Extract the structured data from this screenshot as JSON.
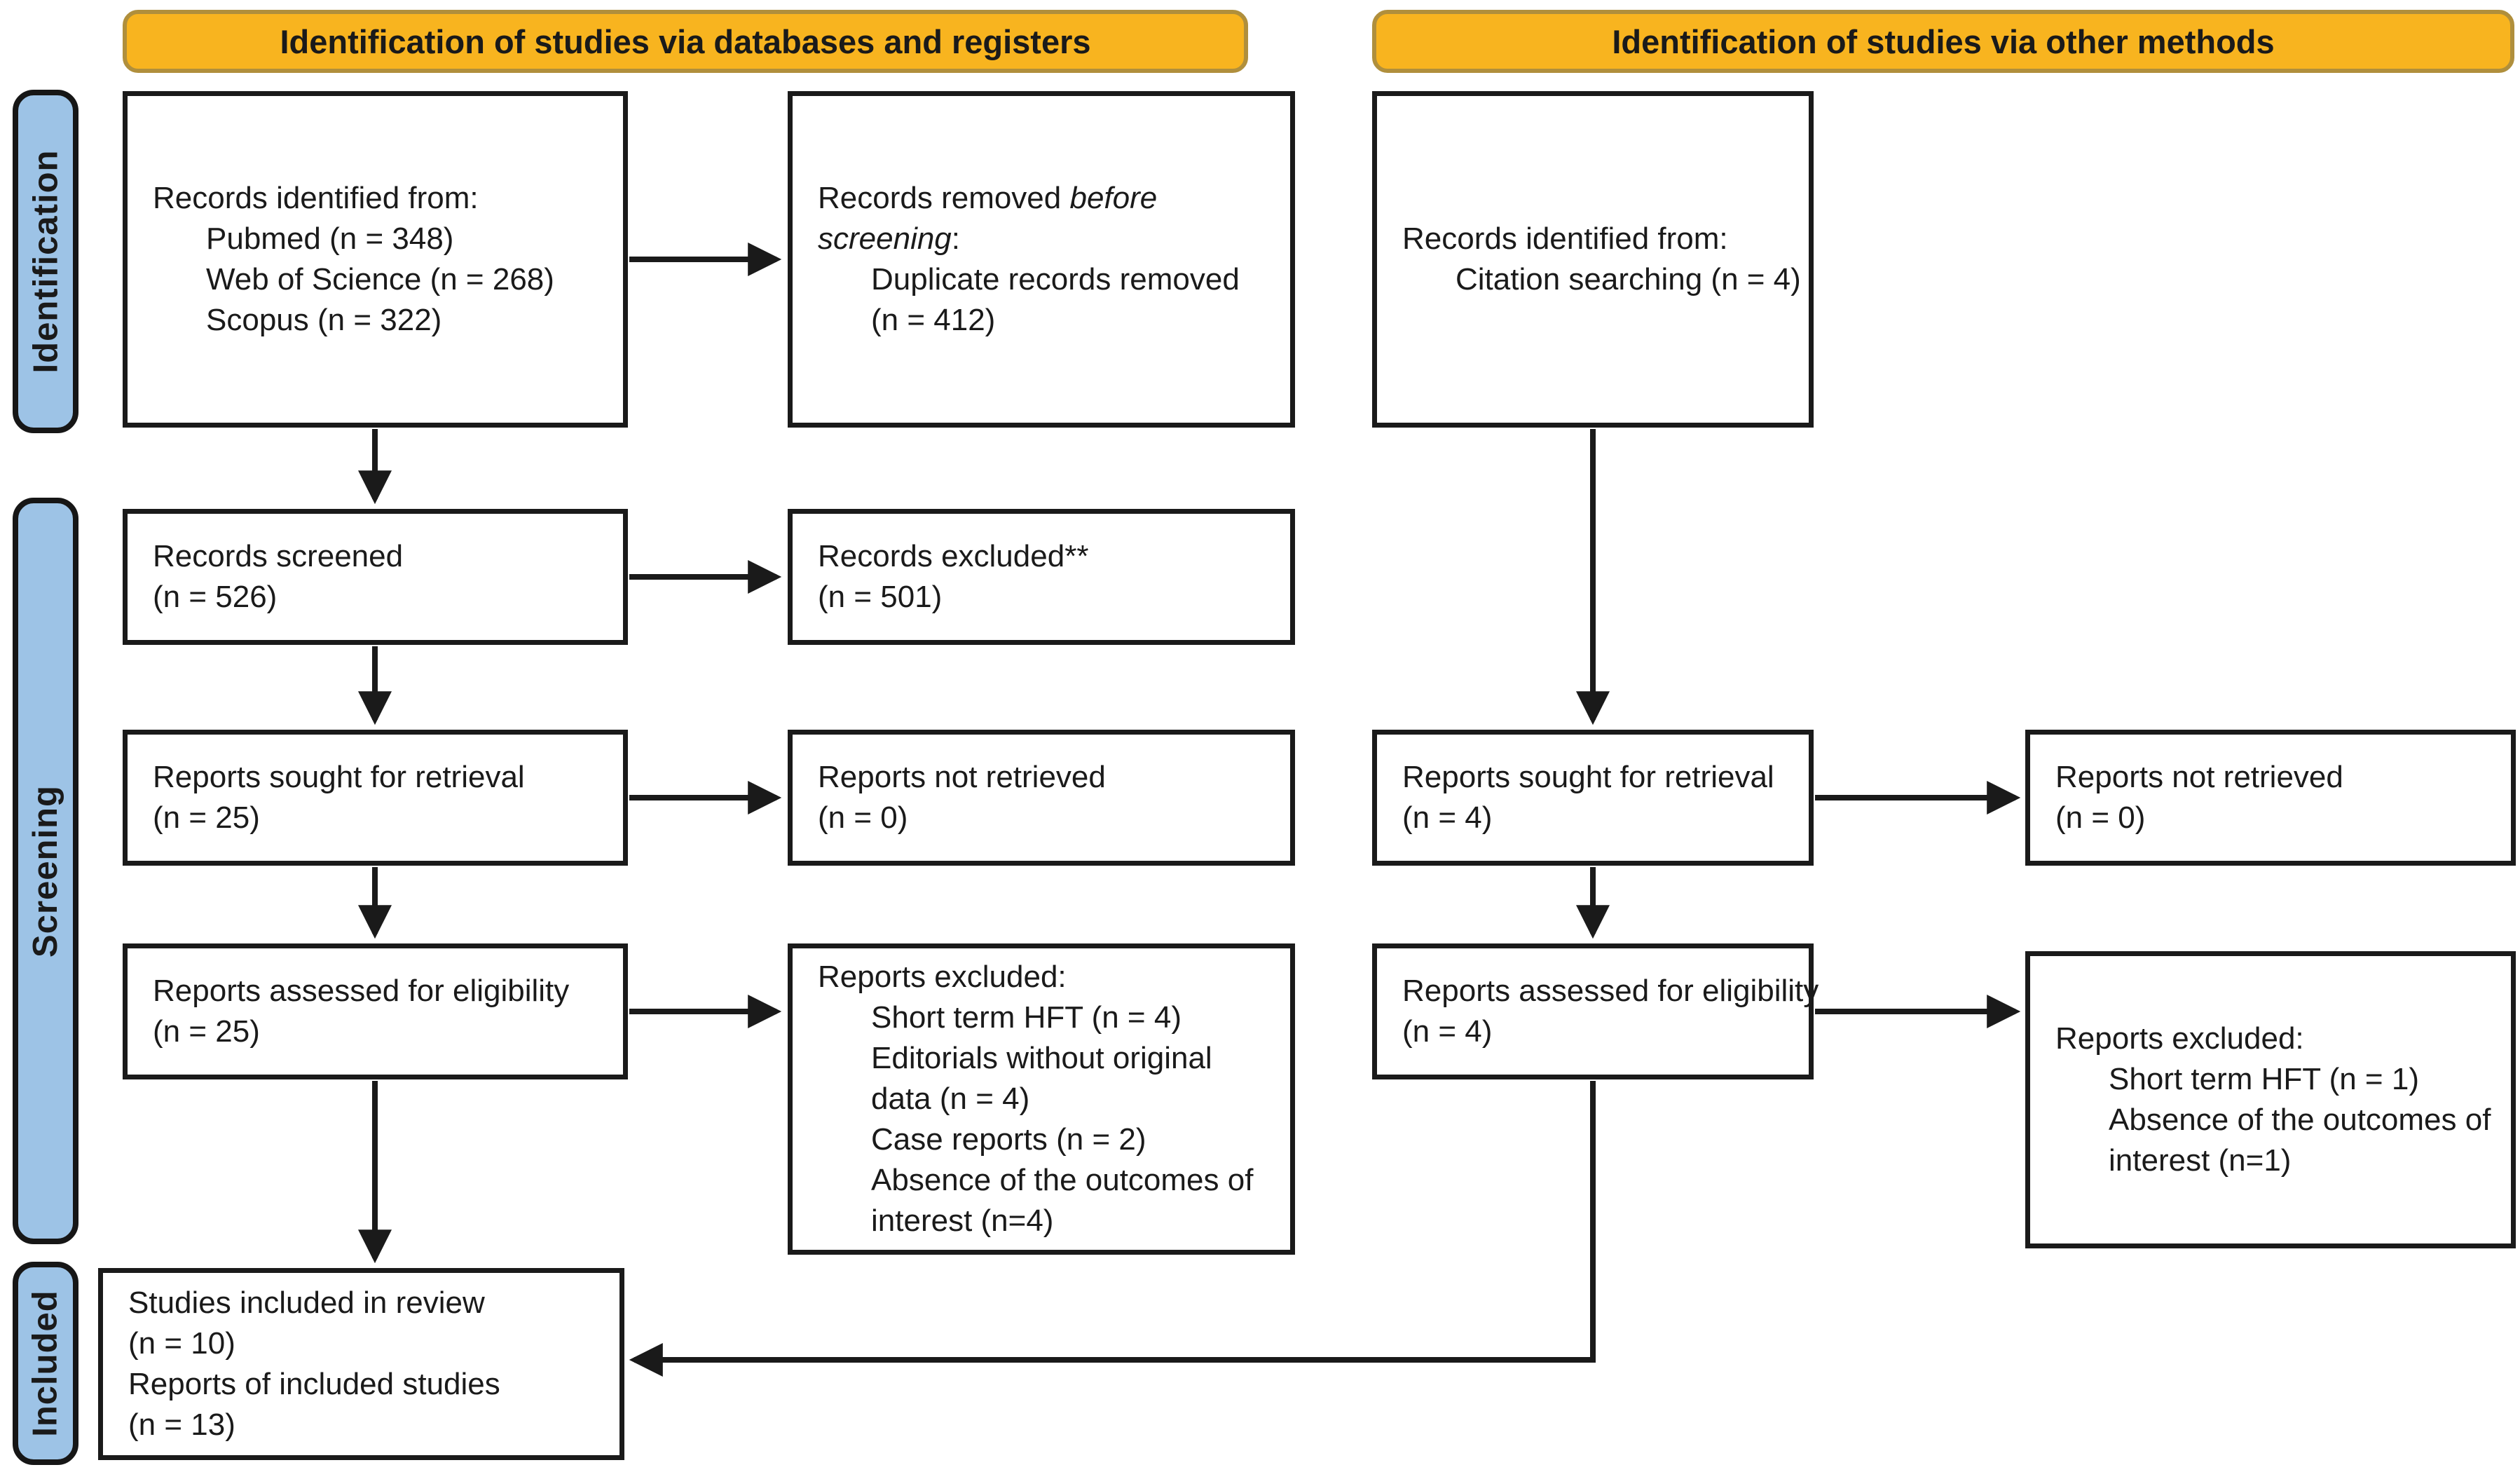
{
  "banners": {
    "databases": "Identification of studies via databases and registers",
    "other": "Identification of studies via other methods"
  },
  "sidebar": {
    "identification": "Identification",
    "screening": "Screening",
    "included": "Included"
  },
  "colors": {
    "banner_fill": "#F8B41F",
    "banner_border": "#B08F3C",
    "sidebar_fill": "#9DC3E6",
    "line_color": "#1a1a1a"
  },
  "boxes": {
    "db_identified": {
      "lines": [
        {
          "t": "Records identified from:",
          "i": 0
        },
        {
          "t": "Pubmed (n = 348)",
          "i": 1
        },
        {
          "t": "Web of Science (n = 268)",
          "i": 1
        },
        {
          "t": "Scopus (n = 322)",
          "i": 1
        }
      ]
    },
    "records_removed": {
      "lines": [
        {
          "segs": [
            {
              "t": "Records removed "
            },
            {
              "t": "before",
              "it": true
            }
          ],
          "i": 0
        },
        {
          "segs": [
            {
              "t": "screening",
              "it": true
            },
            {
              "t": ":"
            }
          ],
          "i": 0
        },
        {
          "t": "Duplicate records removed",
          "i": 1
        },
        {
          "t": "(n = 412)",
          "i": 1
        }
      ]
    },
    "other_identified": {
      "lines": [
        {
          "t": "Records identified from:",
          "i": 0
        },
        {
          "t": "Citation searching (n = 4)",
          "i": 1
        }
      ]
    },
    "records_screened": {
      "lines": [
        {
          "t": "Records screened",
          "i": 0
        },
        {
          "t": "(n = 526)",
          "i": 0
        }
      ]
    },
    "records_excluded": {
      "lines": [
        {
          "t": "Records excluded**",
          "i": 0
        },
        {
          "t": "(n = 501)",
          "i": 0
        }
      ]
    },
    "reports_sought_db": {
      "lines": [
        {
          "t": "Reports sought for retrieval",
          "i": 0
        },
        {
          "t": "(n = 25)",
          "i": 0
        }
      ]
    },
    "reports_not_retrieved_db": {
      "lines": [
        {
          "t": "Reports not retrieved",
          "i": 0
        },
        {
          "t": "(n = 0)",
          "i": 0
        }
      ]
    },
    "reports_sought_other": {
      "lines": [
        {
          "t": "Reports sought for retrieval",
          "i": 0
        },
        {
          "t": "(n = 4)",
          "i": 0
        }
      ]
    },
    "reports_not_retrieved_other": {
      "lines": [
        {
          "t": "Reports not retrieved",
          "i": 0
        },
        {
          "t": "(n = 0)",
          "i": 0
        }
      ]
    },
    "reports_assessed_db": {
      "lines": [
        {
          "t": "Reports assessed for eligibility",
          "i": 0
        },
        {
          "t": "(n = 25)",
          "i": 0
        }
      ]
    },
    "reports_excluded_db": {
      "lines": [
        {
          "t": "Reports excluded:",
          "i": 0
        },
        {
          "t": "Short term HFT (n = 4)",
          "i": 1
        },
        {
          "t": "Editorials without original",
          "i": 1
        },
        {
          "t": "data (n = 4)",
          "i": 1
        },
        {
          "t": "Case reports (n = 2)",
          "i": 1
        },
        {
          "t": "Absence of the outcomes of",
          "i": 1
        },
        {
          "t": "interest (n=4)",
          "i": 1
        }
      ]
    },
    "reports_assessed_other": {
      "lines": [
        {
          "t": "Reports assessed for eligibility",
          "i": 0
        },
        {
          "t": "(n = 4)",
          "i": 0
        }
      ]
    },
    "reports_excluded_other": {
      "lines": [
        {
          "t": "Reports excluded:",
          "i": 0
        },
        {
          "t": "Short term HFT (n = 1)",
          "i": 1
        },
        {
          "t": "Absence of the outcomes of",
          "i": 1
        },
        {
          "t": "interest (n=1)",
          "i": 1
        }
      ]
    },
    "included_studies": {
      "lines": [
        {
          "t": "Studies included in review",
          "i": 0
        },
        {
          "t": "(n = 10)",
          "i": 0
        },
        {
          "t": "Reports of included studies",
          "i": 0
        },
        {
          "t": "(n = 13)",
          "i": 0
        }
      ]
    }
  }
}
